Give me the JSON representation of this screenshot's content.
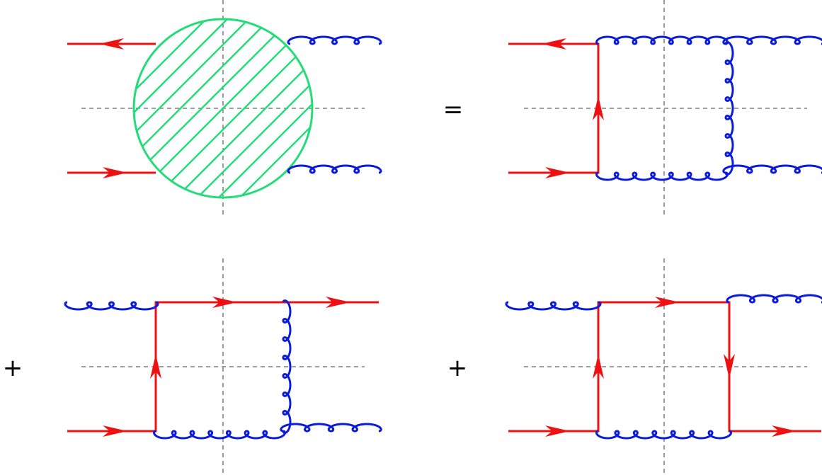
{
  "operators": {
    "equals": "=",
    "plus_1": "+",
    "plus_2": "+"
  },
  "colors": {
    "quark": "#ee1111",
    "gluon": "#0b1bdb",
    "blob": "#22dd77",
    "cut_line": "#666666",
    "operator": "#000000"
  },
  "diagrams": [
    {
      "id": "blob",
      "particles": [
        "quark-antiquark-in",
        "quark-in",
        "gluon-out",
        "gluon-out"
      ]
    },
    {
      "id": "box-t-channel-gluon-exchange",
      "particles": [
        "quark",
        "quark",
        "gluon",
        "gluon",
        "gluon-propagator"
      ]
    },
    {
      "id": "box-crossed",
      "particles": [
        "gluon",
        "quark",
        "quark",
        "gluon",
        "gluon-propagator"
      ]
    },
    {
      "id": "box-quark-loop",
      "particles": [
        "gluon",
        "quark",
        "quark",
        "gluon",
        "quark-propagator"
      ]
    }
  ]
}
